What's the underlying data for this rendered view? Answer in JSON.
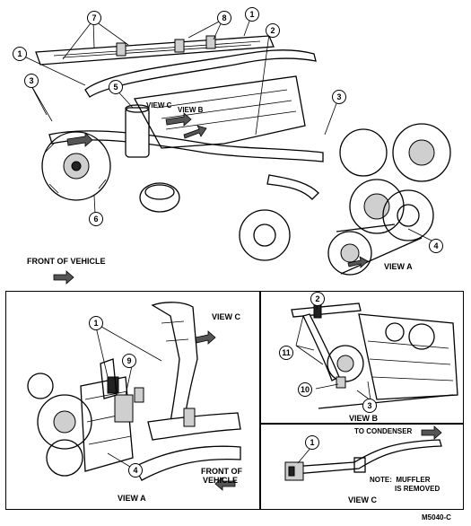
{
  "main_view": {
    "callouts": [
      "7",
      "8",
      "1",
      "1",
      "2",
      "3",
      "5",
      "3",
      "6",
      "4"
    ],
    "view_c_tag": "VIEW C",
    "view_b_tag": "VIEW B",
    "front_of_vehicle": "FRONT OF VEHICLE",
    "view_a_tag": "VIEW A"
  },
  "view_a": {
    "callouts": [
      "1",
      "9",
      "4"
    ],
    "view_c_tag": "VIEW C",
    "front_of_vehicle_line1": "FRONT OF",
    "front_of_vehicle_line2": "VEHICLE",
    "title": "VIEW A"
  },
  "view_b": {
    "callouts": [
      "2",
      "11",
      "10",
      "3"
    ],
    "title": "VIEW B"
  },
  "view_c": {
    "callouts": [
      "1"
    ],
    "to_condenser": "TO CONDENSER",
    "note_line1": "NOTE:  MUFFLER",
    "note_line2": "IS REMOVED",
    "title": "VIEW C"
  },
  "figure_code": "M5040-C"
}
